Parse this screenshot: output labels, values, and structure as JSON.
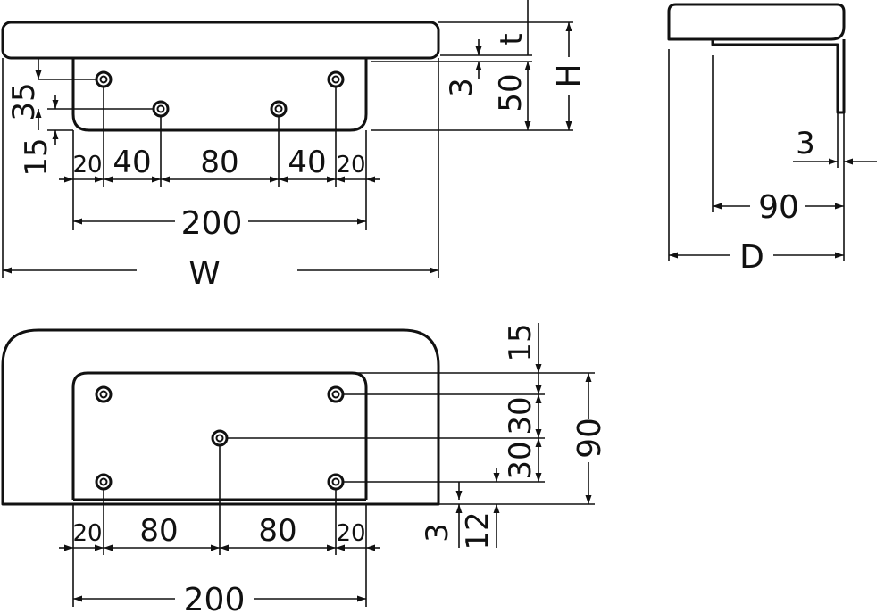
{
  "labels": {
    "front": {
      "d20a": "20",
      "d40a": "40",
      "d80": "80",
      "d40b": "40",
      "d20b": "20",
      "d200": "200",
      "W": "W",
      "d35": "35",
      "d15": "15",
      "d3": "3",
      "d50": "50",
      "t": "t",
      "H": "H"
    },
    "side": {
      "d3": "3",
      "d90": "90",
      "D": "D"
    },
    "bottom": {
      "d20a": "20",
      "d80a": "80",
      "d80b": "80",
      "d20b": "20",
      "d200": "200",
      "d15": "15",
      "d30a": "30",
      "d30b": "30",
      "d90": "90",
      "d3": "3",
      "d12": "12"
    }
  }
}
